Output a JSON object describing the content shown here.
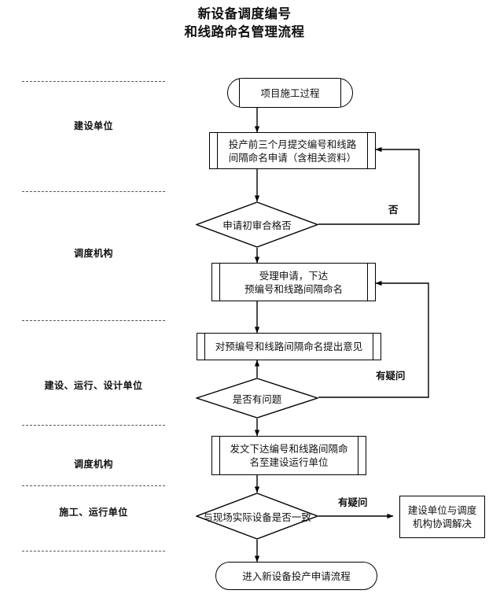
{
  "title": {
    "line1": "新设备调度编号",
    "line2": "和线路命名管理流程"
  },
  "lanes": [
    {
      "label": "建设单位"
    },
    {
      "label": "调度机构"
    },
    {
      "label": "建设、运行、设计单位"
    },
    {
      "label": "调度机构"
    },
    {
      "label": "施工、运行单位"
    }
  ],
  "nodes": {
    "start": {
      "text": "项目施工过程",
      "type": "terminal"
    },
    "apply": {
      "line1": "投产前三个月提交编号和线路",
      "line2": "间隔命名申请（含相关资料）",
      "type": "process"
    },
    "review": {
      "text": "申请初审合格否",
      "type": "decision"
    },
    "accept": {
      "line1": "受理申请，下达",
      "line2": "预编号和线路间隔命名",
      "type": "process"
    },
    "opinion": {
      "text": "对预编号和线路间隔命名提出意见",
      "type": "process"
    },
    "question": {
      "text": "是否有问题",
      "type": "decision"
    },
    "issue": {
      "line1": "发文下达编号和线路间隔命",
      "line2": "名至建设运行单位",
      "type": "process"
    },
    "verify": {
      "text": "与现场实际设备是否一致",
      "type": "decision"
    },
    "coordinate": {
      "line1": "建设单位与调度",
      "line2": "机构协调解决",
      "type": "rect"
    },
    "end": {
      "text": "进入新设备投产申请流程",
      "type": "terminal-plain"
    }
  },
  "edge_labels": {
    "no": "否",
    "doubt1": "有疑问",
    "doubt2": "有疑问"
  },
  "colors": {
    "stroke": "#000000",
    "background": "#ffffff",
    "divider": "#555555",
    "text": "#111111"
  }
}
